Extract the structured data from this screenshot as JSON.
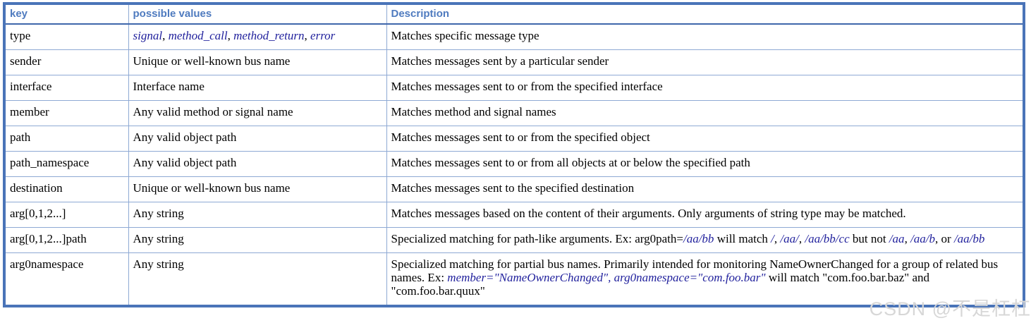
{
  "colors": {
    "outer_border": "#4a74b8",
    "inner_border": "#8ea9d4",
    "header_text": "#4f7bbf",
    "header_divider": "#3f67ab",
    "body_text": "#000000",
    "value_em": "#1f1f9c",
    "watermark": "#d7d7d7"
  },
  "watermark": "CSDN @不是杠杠",
  "table": {
    "headers": [
      {
        "label": "key"
      },
      {
        "label": "possible values"
      },
      {
        "label": "Description"
      }
    ],
    "rows": [
      {
        "key": "type",
        "values": [
          {
            "t": "signal",
            "em": true
          },
          {
            "t": ", "
          },
          {
            "t": "method_call",
            "em": true
          },
          {
            "t": ", "
          },
          {
            "t": "method_return",
            "em": true
          },
          {
            "t": ", "
          },
          {
            "t": "error",
            "em": true
          }
        ],
        "description": [
          {
            "t": "Matches specific message type"
          }
        ]
      },
      {
        "key": "sender",
        "values": [
          {
            "t": "Unique or well-known bus name"
          }
        ],
        "description": [
          {
            "t": "Matches messages sent by a particular sender"
          }
        ]
      },
      {
        "key": "interface",
        "values": [
          {
            "t": "Interface name"
          }
        ],
        "description": [
          {
            "t": "Matches messages sent to or from the specified interface"
          }
        ]
      },
      {
        "key": "member",
        "values": [
          {
            "t": "Any valid method or signal name"
          }
        ],
        "description": [
          {
            "t": "Matches method and signal names"
          }
        ]
      },
      {
        "key": "path",
        "values": [
          {
            "t": "Any valid object path"
          }
        ],
        "description": [
          {
            "t": "Matches messages sent to or from the specified object"
          }
        ]
      },
      {
        "key": "path_namespace",
        "values": [
          {
            "t": "Any valid object path"
          }
        ],
        "description": [
          {
            "t": "Matches messages sent to or from all objects at or below the specified path"
          }
        ]
      },
      {
        "key": "destination",
        "values": [
          {
            "t": "Unique or well-known bus name"
          }
        ],
        "description": [
          {
            "t": "Matches messages sent to the specified destination"
          }
        ]
      },
      {
        "key": "arg[0,1,2...]",
        "values": [
          {
            "t": "Any string"
          }
        ],
        "description": [
          {
            "t": "Matches messages based on the content of their arguments. Only arguments of string type may be matched."
          }
        ]
      },
      {
        "key": "arg[0,1,2...]path",
        "values": [
          {
            "t": "Any string"
          }
        ],
        "description": [
          {
            "t": "Specialized matching for path-like arguments. Ex: arg0path="
          },
          {
            "t": "/aa/bb",
            "em": true
          },
          {
            "t": " will match "
          },
          {
            "t": "/",
            "em": true
          },
          {
            "t": ", "
          },
          {
            "t": "/aa/",
            "em": true
          },
          {
            "t": ", "
          },
          {
            "t": "/aa/bb/cc",
            "em": true
          },
          {
            "t": " but not "
          },
          {
            "t": "/aa",
            "em": true
          },
          {
            "t": ", "
          },
          {
            "t": "/aa/b",
            "em": true
          },
          {
            "t": ", or "
          },
          {
            "t": "/aa/bb",
            "em": true
          }
        ]
      },
      {
        "key": "arg0namespace",
        "values": [
          {
            "t": "Any string"
          }
        ],
        "description": [
          {
            "t": "Specialized matching for partial bus names. Primarily intended for monitoring NameOwnerChanged for a group of related bus names. Ex: "
          },
          {
            "t": "member=\"NameOwnerChanged\", arg0namespace=\"com.foo.bar\"",
            "em": true
          },
          {
            "t": " will match \"com.foo.bar.baz\" and \"com.foo.bar.quux\""
          }
        ]
      }
    ]
  }
}
